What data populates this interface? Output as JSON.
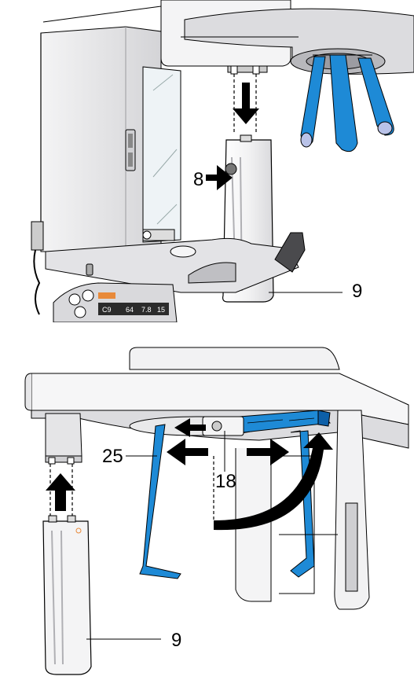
{
  "top_figure": {
    "callouts": {
      "detector_button": "8",
      "sensor": "9"
    }
  },
  "bottom_figure": {
    "callouts": {
      "mount": "25",
      "slide": "18",
      "sensor": "9"
    }
  },
  "colors": {
    "blue": "#1e8ad6",
    "dark_blue": "#0d5fa8",
    "light_blue_tip": "#b9c2e8",
    "outline": "#000000",
    "gray_fill": "#e9e9ea",
    "mid_gray": "#cfcfd2"
  },
  "icons": [
    "arrow-down-icon",
    "arrow-right-icon",
    "arrow-left-icon",
    "arrow-up-icon",
    "curved-arrow-icon"
  ]
}
